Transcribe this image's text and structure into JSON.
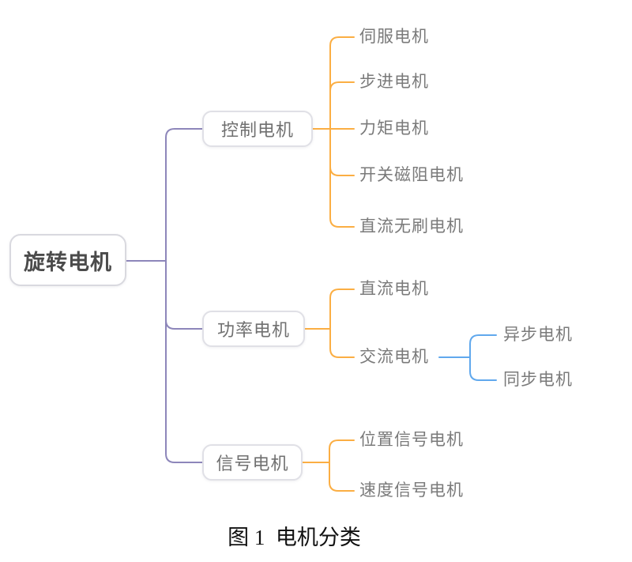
{
  "diagram": {
    "root": {
      "label": "旋转电机"
    },
    "branches": [
      {
        "label": "控制电机",
        "children": [
          {
            "label": "伺服电机"
          },
          {
            "label": "步进电机"
          },
          {
            "label": "力矩电机"
          },
          {
            "label": "开关磁阻电机"
          },
          {
            "label": "直流无刷电机"
          }
        ]
      },
      {
        "label": "功率电机",
        "children": [
          {
            "label": "直流电机"
          },
          {
            "label": "交流电机",
            "children": [
              {
                "label": "异步电机"
              },
              {
                "label": "同步电机"
              }
            ]
          }
        ]
      },
      {
        "label": "信号电机",
        "children": [
          {
            "label": "位置信号电机"
          },
          {
            "label": "速度信号电机"
          }
        ]
      }
    ],
    "caption": "图 1  电机分类"
  },
  "colors": {
    "level1_connector": "#8d86ba",
    "level2_connector": "#fbae43",
    "level3_connector": "#60a8ed",
    "node_border": "#e0e0e6",
    "node_text": "#707070",
    "root_text": "#4b4b4b"
  }
}
